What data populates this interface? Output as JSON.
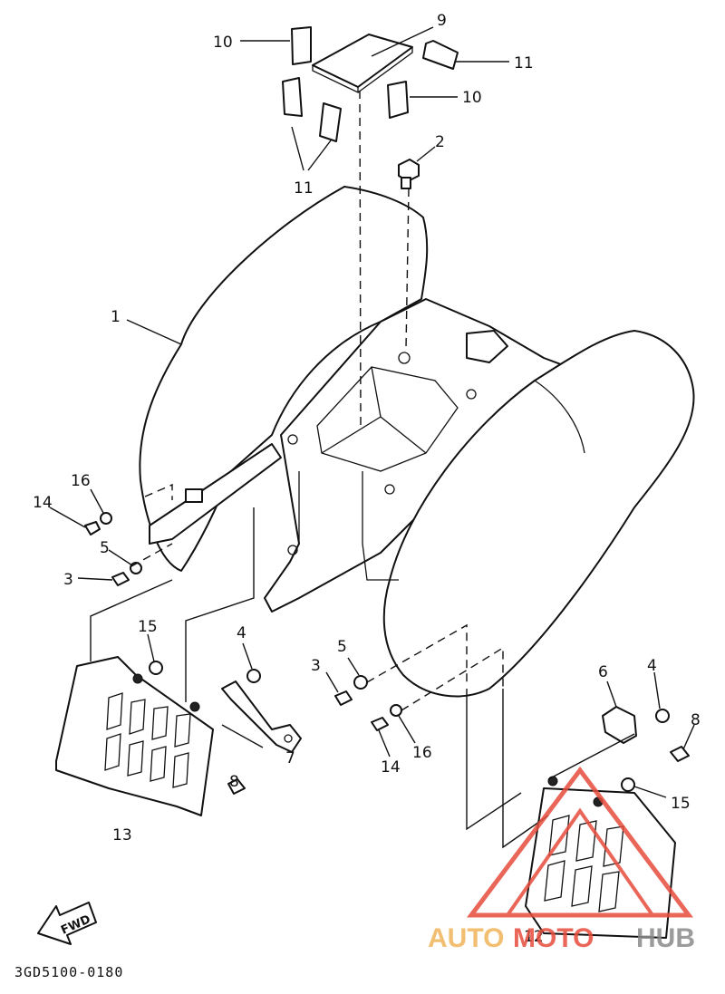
{
  "diagram": {
    "callouts": [
      {
        "id": "c9",
        "text": "9"
      },
      {
        "id": "c10a",
        "text": "10"
      },
      {
        "id": "c11a",
        "text": "11"
      },
      {
        "id": "c10b",
        "text": "10"
      },
      {
        "id": "c11b",
        "text": "11"
      },
      {
        "id": "c2",
        "text": "2"
      },
      {
        "id": "c1",
        "text": "1"
      },
      {
        "id": "c16a",
        "text": "16"
      },
      {
        "id": "c14a",
        "text": "14"
      },
      {
        "id": "c5a",
        "text": "5"
      },
      {
        "id": "c3a",
        "text": "3"
      },
      {
        "id": "c15a",
        "text": "15"
      },
      {
        "id": "c4a",
        "text": "4"
      },
      {
        "id": "c7",
        "text": "7"
      },
      {
        "id": "c8a",
        "text": "8"
      },
      {
        "id": "c13",
        "text": "13"
      },
      {
        "id": "c3b",
        "text": "3"
      },
      {
        "id": "c5b",
        "text": "5"
      },
      {
        "id": "c14b",
        "text": "14"
      },
      {
        "id": "c16b",
        "text": "16"
      },
      {
        "id": "c6",
        "text": "6"
      },
      {
        "id": "c4b",
        "text": "4"
      },
      {
        "id": "c8b",
        "text": "8"
      },
      {
        "id": "c15b",
        "text": "15"
      },
      {
        "id": "c12",
        "text": "12"
      }
    ],
    "fwd_label": "FWD",
    "diagram_code": "3GD5100-0180"
  },
  "watermark": {
    "part1": "AUTO",
    "part2": "MOTO",
    "part3": "HUB",
    "colors": {
      "auto": "#f0b45a",
      "moto": "#e74c3c",
      "hub": "#8a8a8a"
    }
  }
}
